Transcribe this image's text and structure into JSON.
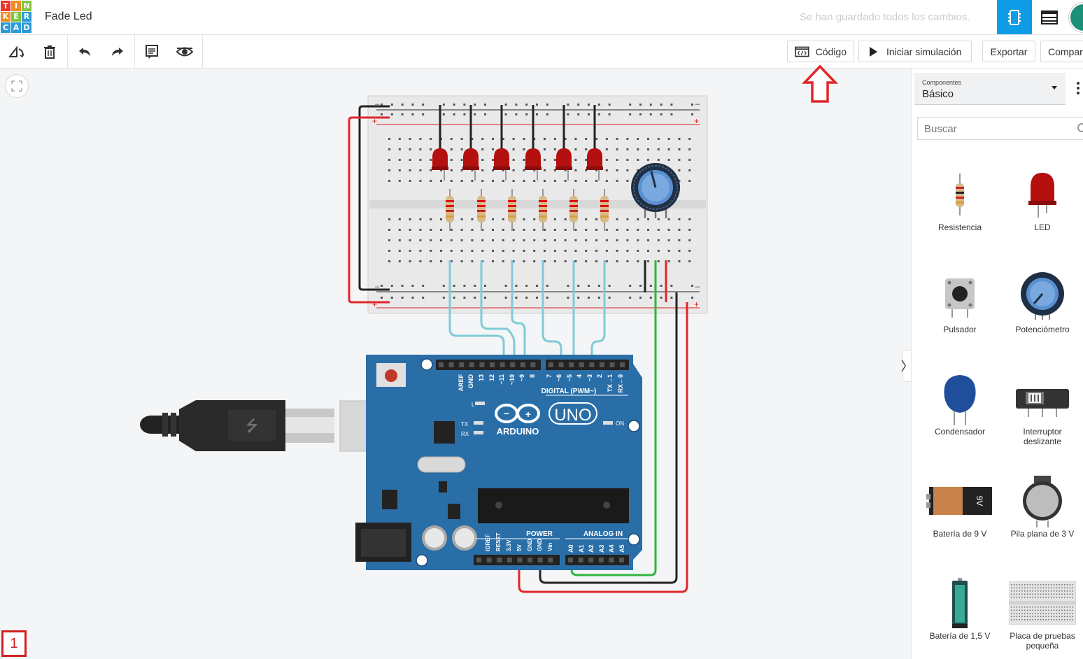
{
  "header": {
    "logo_letters": [
      "T",
      "I",
      "N",
      "K",
      "E",
      "R",
      "C",
      "A",
      "D"
    ],
    "doc_title": "Fade Led",
    "save_status": "Se han guardado todos los cambios."
  },
  "toolbar": {
    "code_label": "Código",
    "start_sim_label": "Iniciar simulación",
    "export_label": "Exportar",
    "share_label": "Compartir"
  },
  "panel": {
    "components_label": "Componentes",
    "components_value": "Básico",
    "search_placeholder": "Buscar",
    "parts": [
      {
        "name": "Resistencia",
        "icon": "resistor-icon"
      },
      {
        "name": "LED",
        "icon": "led-icon"
      },
      {
        "name": "Pulsador",
        "icon": "pushbutton-icon"
      },
      {
        "name": "Potenciómetro",
        "icon": "potentiometer-icon"
      },
      {
        "name": "Condensador",
        "icon": "capacitor-icon"
      },
      {
        "name": "Interruptor deslizante",
        "icon": "slide-switch-icon"
      },
      {
        "name": "Batería de 9 V",
        "icon": "battery-9v-icon"
      },
      {
        "name": "Pila plana de 3 V",
        "icon": "coin-battery-icon"
      },
      {
        "name": "Batería de 1,5 V",
        "icon": "battery-aa-icon"
      },
      {
        "name": "Placa de pruebas pequeña",
        "icon": "breadboard-small-icon"
      }
    ]
  },
  "circuit": {
    "board_brand": "ARDUINO",
    "board_model": "UNO",
    "digital_label": "DIGITAL (PWM~)",
    "power_label": "POWER",
    "analog_label": "ANALOG IN",
    "digital_pins": [
      "AREF",
      "GND",
      "13",
      "12",
      "~11",
      "~10",
      "~9",
      "8",
      "7",
      "~6",
      "~5",
      "4",
      "~3",
      "2",
      "TX→1",
      "RX←0"
    ],
    "power_pins": [
      "IOREF",
      "RESET",
      "3.3V",
      "5V",
      "GND",
      "GND",
      "Vin"
    ],
    "analog_pins": [
      "A0",
      "A1",
      "A2",
      "A3",
      "A4",
      "A5"
    ],
    "led_labels": [
      "L",
      "TX",
      "RX"
    ],
    "on_label": "ON",
    "battery_label": "9V",
    "colors": {
      "board": "#2a6ea8",
      "wire_black": "#222222",
      "wire_red": "#e0262b",
      "wire_green": "#2fb53f",
      "wire_cyan": "#7fcbd8",
      "led": "#b51010"
    }
  },
  "page_indicator": "1"
}
